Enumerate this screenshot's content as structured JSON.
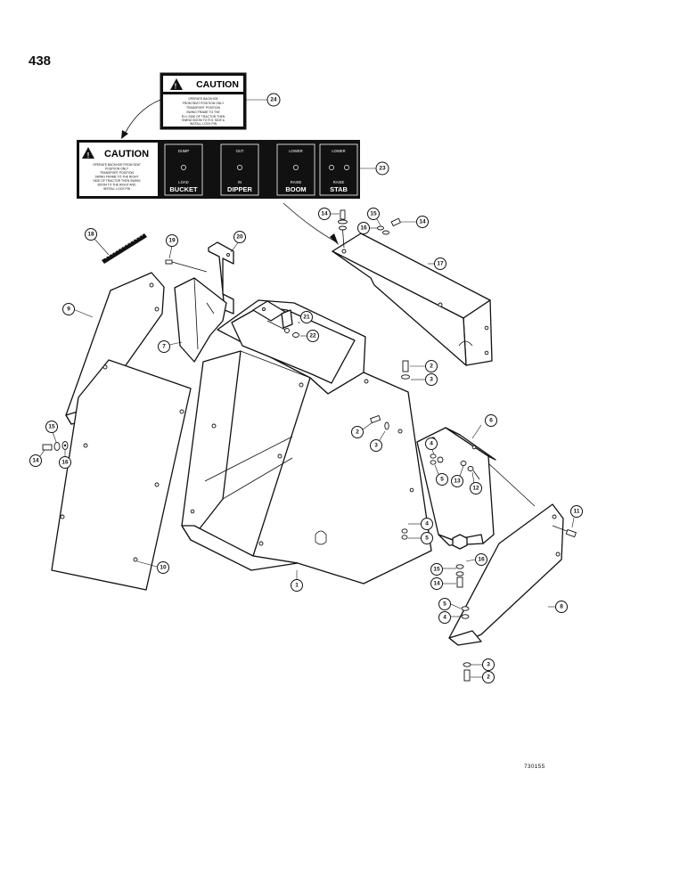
{
  "page": {
    "number": "438",
    "figure_code": "730155"
  },
  "decal_small": {
    "header": "CAUTION",
    "lines": [
      "OPERATE BACKHOE",
      "FROM SEAT POSITION ONLY",
      "TRANSPORT POSITION",
      "SWING FRAME TO THE",
      "R.H. SIDE OF TRACTOR THEN",
      "SWING BOOM TO R.H. SIDE &",
      "INSTALL LOCK PIN"
    ]
  },
  "decal_large": {
    "header": "CAUTION",
    "lines": [
      "OPERATE BACKHOE FROM SEAT",
      "POSITION ONLY",
      "TRANSPORT POSITION",
      "SWING FRAME TO THE RIGHT",
      "SIDE OF TRACTOR THEN SWING",
      "BOOM TO THE RIGHT AND",
      "INSTALL LOCK PIN"
    ],
    "controls": [
      {
        "top": "DUMP",
        "bottom_small": "LOAD",
        "bottom": "BUCKET"
      },
      {
        "top": "OUT",
        "bottom_small": "IN",
        "bottom": "DIPPER"
      },
      {
        "top": "LOWER",
        "bottom_small": "RAISE",
        "bottom": "BOOM"
      },
      {
        "top": "LOWER",
        "bottom_small": "RAISE",
        "bottom": "STAB"
      }
    ]
  },
  "callouts": {
    "c24": "24",
    "c23": "23",
    "c14a": "14",
    "c15a": "15",
    "c16a": "16",
    "c14b": "14",
    "c17": "17",
    "c18a": "18",
    "c19": "19",
    "c20": "20",
    "c9": "9",
    "c7": "7",
    "c21": "21",
    "c22": "22",
    "c2a": "2",
    "c3a": "3",
    "c2b": "2",
    "c3b": "3",
    "c6": "6",
    "c4a": "4",
    "c5a": "5",
    "c13": "13",
    "c12": "12",
    "c11": "11",
    "c15b": "15",
    "c14c": "14",
    "c16b": "16",
    "c10": "10",
    "c1": "1",
    "c4b": "4",
    "c5b": "5",
    "c16c": "16",
    "c15c": "15",
    "c14d": "14",
    "c8": "8",
    "c5c": "5",
    "c4c": "4",
    "c3c": "3",
    "c2c": "2"
  }
}
